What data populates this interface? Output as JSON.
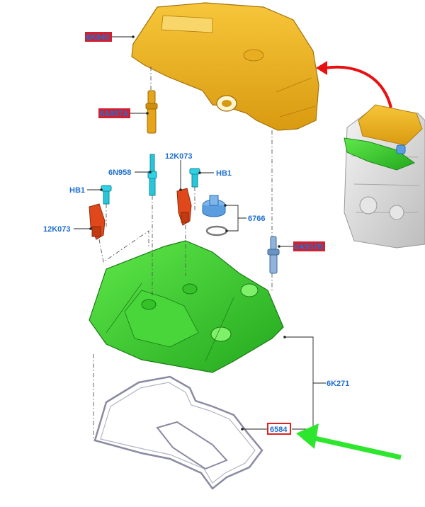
{
  "labels": {
    "engine_cover": "6K540",
    "cover_stud": "6A957A",
    "cover_stud_b": "6A957B",
    "injector": "6N958",
    "sensor_upper": "12K073",
    "sensor_left": "12K073",
    "bolt_upper": "HB1",
    "bolt_left": "HB1",
    "oil_cap": "6766",
    "valve_cover": "6K271",
    "gasket": "6584"
  },
  "colors": {
    "label_text": "#1f6fd1",
    "highlight_fill": "#cc2233",
    "highlight_border": "#e02020",
    "cover_yellow": "#f2b21c",
    "valve_cover_green": "#3ccf2e",
    "sensor_orange": "#e0481c",
    "bolt_cyan": "#27c7d9",
    "cap_blue": "#5a9ee0",
    "red_arrow": "#e81010",
    "green_arrow": "#2ee62e",
    "gasket_gray": "#8a8aa2"
  }
}
